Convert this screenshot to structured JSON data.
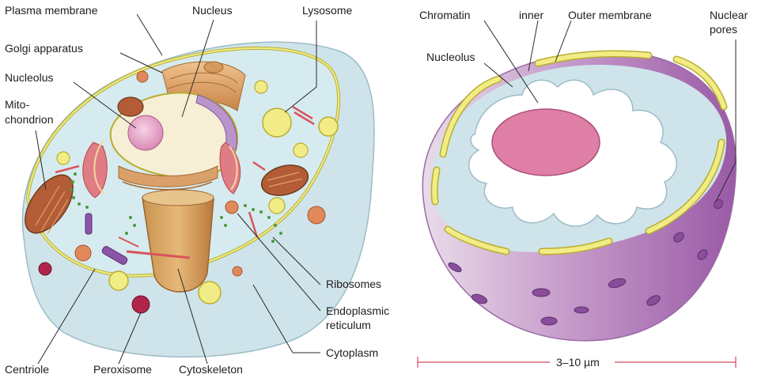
{
  "colors": {
    "cytoplasm": "#cfe4ea",
    "membrane": "#f1ec86",
    "membrane_stroke": "#b8ad2e",
    "nucleolus": "#e07fa6",
    "mitochondrion": "#b35c36",
    "golgi": "#d59a5c",
    "er_red": "#d9535d",
    "ribosome_green": "#4c9a3a",
    "centriole": "#8a55a8",
    "peroxisome": "#b0264a",
    "purple_shade": "#b98ac0",
    "scale_bar": "#d24b5a"
  },
  "cell_labels": {
    "plasma_membrane": "Plasma membrane",
    "nucleus": "Nucleus",
    "lysosome": "Lysosome",
    "golgi": "Golgi apparatus",
    "nucleolus": "Nucleolus",
    "mito_1": "Mito-",
    "mito_2": "chondrion",
    "ribosomes": "Ribosomes",
    "er_1": "Endoplasmic",
    "er_2": "reticulum",
    "cytoplasm": "Cytoplasm",
    "centriole": "Centriole",
    "peroxisome": "Peroxisome",
    "cytoskeleton": "Cytoskeleton"
  },
  "nucleus_labels": {
    "chromatin": "Chromatin",
    "inner": "inner",
    "outer_membrane": "Outer membrane",
    "pores_1": "Nuclear",
    "pores_2": "pores",
    "nucleolus": "Nucleolus",
    "scale": "3–10 µm"
  }
}
